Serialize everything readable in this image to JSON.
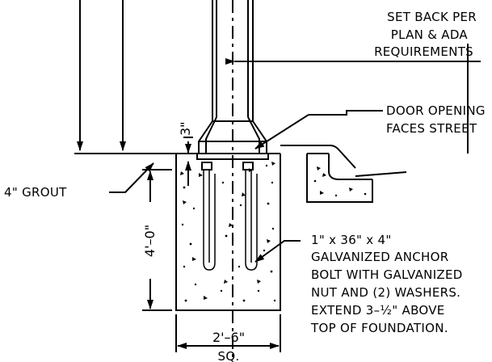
{
  "notes": {
    "setback": [
      "SET BACK PER",
      "PLAN & ADA",
      "REQUIREMENTS"
    ],
    "door": [
      "DOOR OPENING",
      "FACES STREET"
    ],
    "grout": "4\" GROUT",
    "anchor": [
      "1\" x 36\" x 4\"",
      "GALVANIZED ANCHOR",
      "BOLT WITH GALVANIZED",
      "NUT AND (2) WASHERS.",
      "EXTEND 3–½\" ABOVE",
      "TOP OF FOUNDATION."
    ]
  },
  "dimensions": {
    "grout_height": "3\"",
    "depth": "4'–0\"",
    "width": "2'–6\"",
    "width_note": "SQ."
  }
}
